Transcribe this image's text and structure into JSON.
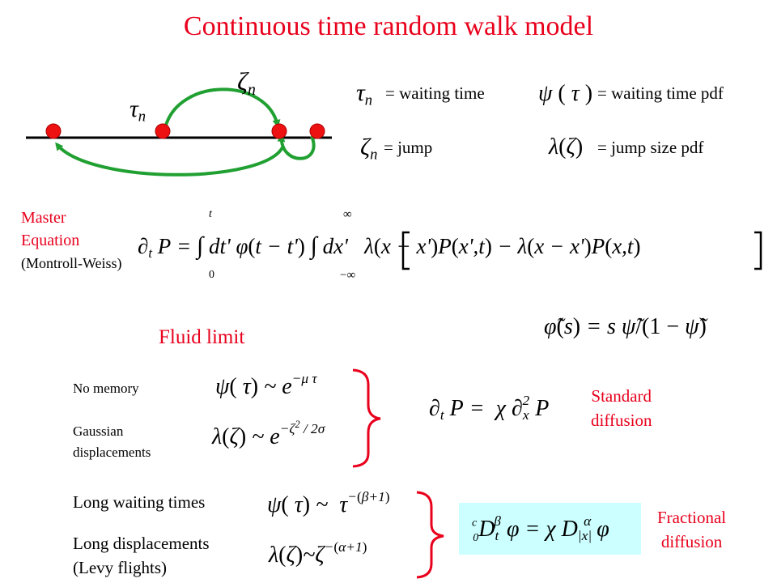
{
  "title": "Continuous time random walk model",
  "definitions": {
    "waiting_time": "= waiting time",
    "waiting_time_pdf": "= waiting time pdf",
    "jump": "= jump",
    "jump_size_pdf": "= jump size pdf"
  },
  "master": {
    "line1": "Master",
    "line2": "Equation",
    "line3": "(Montroll-Weiss)"
  },
  "fluid_limit": "Fluid limit",
  "cases": {
    "no_memory": "No memory",
    "gaussian_1": "Gaussian",
    "gaussian_2": "displacements",
    "long_waiting": "Long waiting  times",
    "long_disp": "Long displacements",
    "levy": "(Levy flights)"
  },
  "results": {
    "standard_1": "Standard",
    "standard_2": "diffusion",
    "fractional_1": "Fractional",
    "fractional_2": "diffusion"
  },
  "colors": {
    "title_red": "#e8001c",
    "arrow_green": "#21a032",
    "dot_red": "#ee1111",
    "box_cyan": "#ccffff"
  }
}
